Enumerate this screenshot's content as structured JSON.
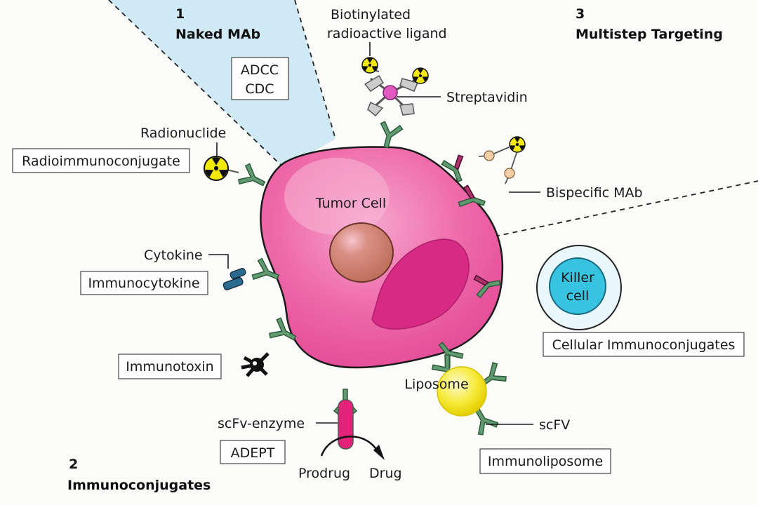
{
  "sections": {
    "s1": {
      "num": "1",
      "title": "Naked MAb"
    },
    "s2": {
      "num": "2",
      "title": "Immunoconjugates"
    },
    "s3": {
      "num": "3",
      "title": "Multistep Targeting"
    }
  },
  "labels": {
    "adcc": "ADCC",
    "cdc": "CDC",
    "biotinylated_1": "Biotinylated",
    "biotinylated_2": "radioactive ligand",
    "streptavidin": "Streptavidin",
    "radionuclide": "Radionuclide",
    "radioimmunoconjugate": "Radioimmunoconjugate",
    "tumor_cell": "Tumor Cell",
    "bispecific": "Bispecific MAb",
    "cytokine": "Cytokine",
    "immunocytokine": "Immunocytokine",
    "killer_1": "Killer",
    "killer_2": "cell",
    "cellular_immunoconjugates": "Cellular Immunoconjugates",
    "immunotoxin": "Immunotoxin",
    "liposome": "Liposome",
    "scfv_enzyme": "scFv-enzyme",
    "adept": "ADEPT",
    "prodrug": "Prodrug",
    "drug": "Drug",
    "scfv": "scFV",
    "immunoliposome": "Immunoliposome"
  },
  "colors": {
    "cell": "#ec5fa2",
    "nucleus": "#c97a6a",
    "antibody": "#5f9a70",
    "bispecific_arm": "#b0306a",
    "killer_cell": "#38c3e0",
    "liposome": "#f2e000",
    "wedge": "#cfeaf5",
    "radioactive": "#f2e80a"
  }
}
